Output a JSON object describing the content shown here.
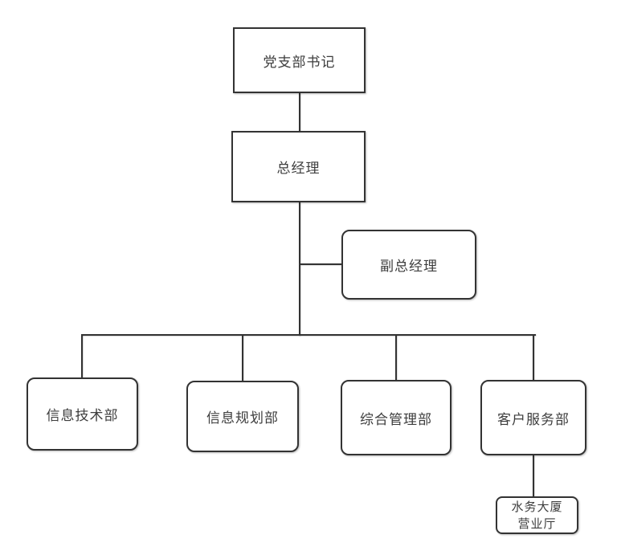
{
  "diagram": {
    "type": "org-chart",
    "background_color": "#ffffff",
    "line_color": "#333333",
    "text_color": "#3d3d3d",
    "nodes": [
      {
        "id": "party-branch-secretary",
        "label": "党支部书记",
        "shape": "rectangle"
      },
      {
        "id": "general-manager",
        "label": "总经理",
        "shape": "rectangle"
      },
      {
        "id": "deputy-general-manager",
        "label": "副总经理",
        "shape": "rounded"
      },
      {
        "id": "information-technology-dept",
        "label": "信息技术部",
        "shape": "rounded"
      },
      {
        "id": "information-planning-dept",
        "label": "信息规划部",
        "shape": "rounded"
      },
      {
        "id": "general-management-dept",
        "label": "综合管理部",
        "shape": "rounded"
      },
      {
        "id": "customer-service-dept",
        "label": "客户服务部",
        "shape": "rounded"
      },
      {
        "id": "water-building-business-hall",
        "label": "水务大厦营业厅",
        "label_lines": [
          "水务大厦",
          "营业厅"
        ],
        "shape": "rounded"
      }
    ],
    "edges": [
      {
        "from": "党支部书记",
        "to": "总经理"
      },
      {
        "from": "总经理",
        "to": "副总经理"
      },
      {
        "from": "总经理",
        "to": "信息技术部"
      },
      {
        "from": "总经理",
        "to": "信息规划部"
      },
      {
        "from": "总经理",
        "to": "综合管理部"
      },
      {
        "from": "总经理",
        "to": "客户服务部"
      },
      {
        "from": "客户服务部",
        "to": "水务大厦营业厅"
      }
    ]
  }
}
